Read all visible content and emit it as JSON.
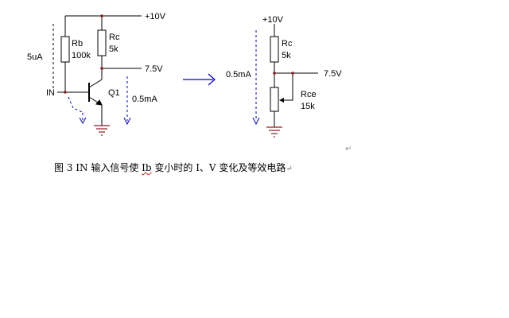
{
  "left_circuit": {
    "supply_label": "+10V",
    "rb_name": "Rb",
    "rb_value": "100k",
    "rc_name": "Rc",
    "rc_value": "5k",
    "collector_voltage": "7.5V",
    "transistor_name": "Q1",
    "base_current": "5uA",
    "input_label": "IN",
    "collector_current": "0.5mA"
  },
  "right_circuit": {
    "supply_label": "+10V",
    "rc_name": "Rc",
    "rc_value": "5k",
    "output_voltage": "7.5V",
    "current_label": "0.5mA",
    "rce_name": "Rce",
    "rce_value": "15k"
  },
  "caption": {
    "prefix": "图 3 IN 输入信号使 ",
    "squiggly": "Ib",
    "suffix": " 变小时的 I、V 变化及等效电路",
    "mark": "↵"
  },
  "paragraph_mark": "↵",
  "colors": {
    "wire": "#000000",
    "arrow": "#0000cc",
    "ground": "#8b1a1a",
    "dashed": "#000000",
    "node": "#8b1a1a"
  }
}
